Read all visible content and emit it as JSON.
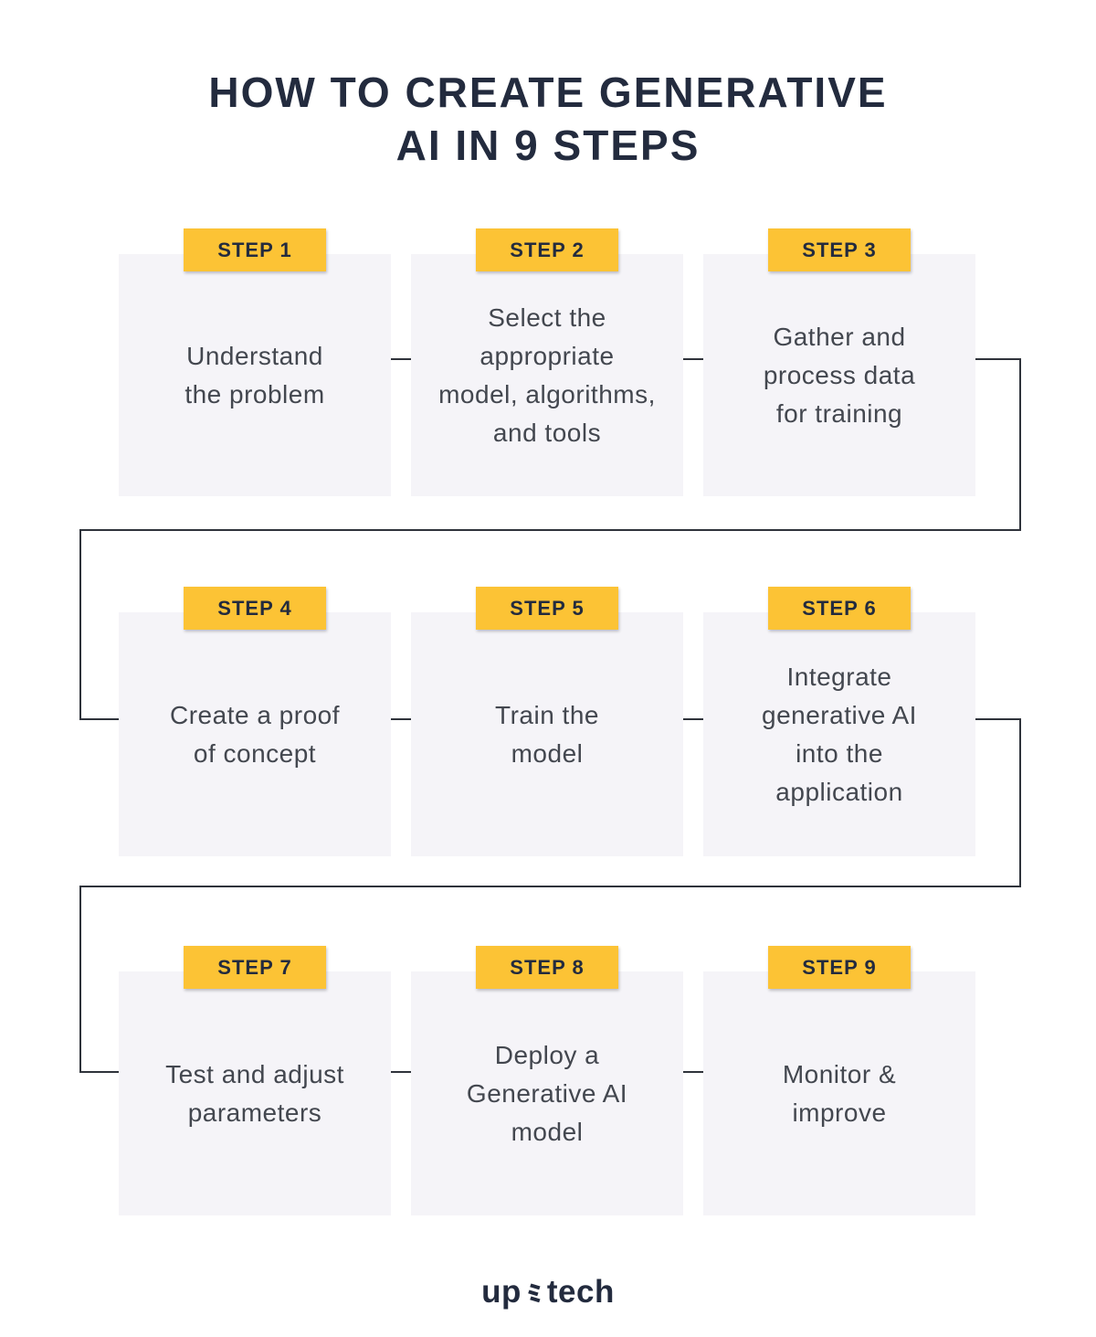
{
  "title": {
    "lines": [
      "HOW TO CREATE GENERATIVE",
      "AI IN 9 STEPS"
    ]
  },
  "steps": [
    {
      "badge": "STEP 1",
      "lines": [
        "Understand",
        "the problem"
      ]
    },
    {
      "badge": "STEP 2",
      "lines": [
        "Select the",
        "appropriate",
        "model, algorithms,",
        "and tools"
      ]
    },
    {
      "badge": "STEP 3",
      "lines": [
        "Gather and",
        "process data",
        "for training"
      ]
    },
    {
      "badge": "STEP 4",
      "lines": [
        "Create a proof",
        "of concept"
      ]
    },
    {
      "badge": "STEP 5",
      "lines": [
        "Train the",
        "model"
      ]
    },
    {
      "badge": "STEP 6",
      "lines": [
        "Integrate",
        "generative AI",
        "into the",
        "application"
      ]
    },
    {
      "badge": "STEP 7",
      "lines": [
        "Test and adjust",
        "parameters"
      ]
    },
    {
      "badge": "STEP 8",
      "lines": [
        "Deploy a",
        "Generative AI",
        "model"
      ]
    },
    {
      "badge": "STEP 9",
      "lines": [
        "Monitor &",
        "improve"
      ]
    }
  ],
  "footer": {
    "logo_up": "up",
    "logo_tech": "tech"
  },
  "colors": {
    "accent": "#FCC335",
    "card_bg": "#F5F4F8",
    "ink": "#232B3E",
    "text": "#43474F",
    "line": "#2F333B"
  }
}
